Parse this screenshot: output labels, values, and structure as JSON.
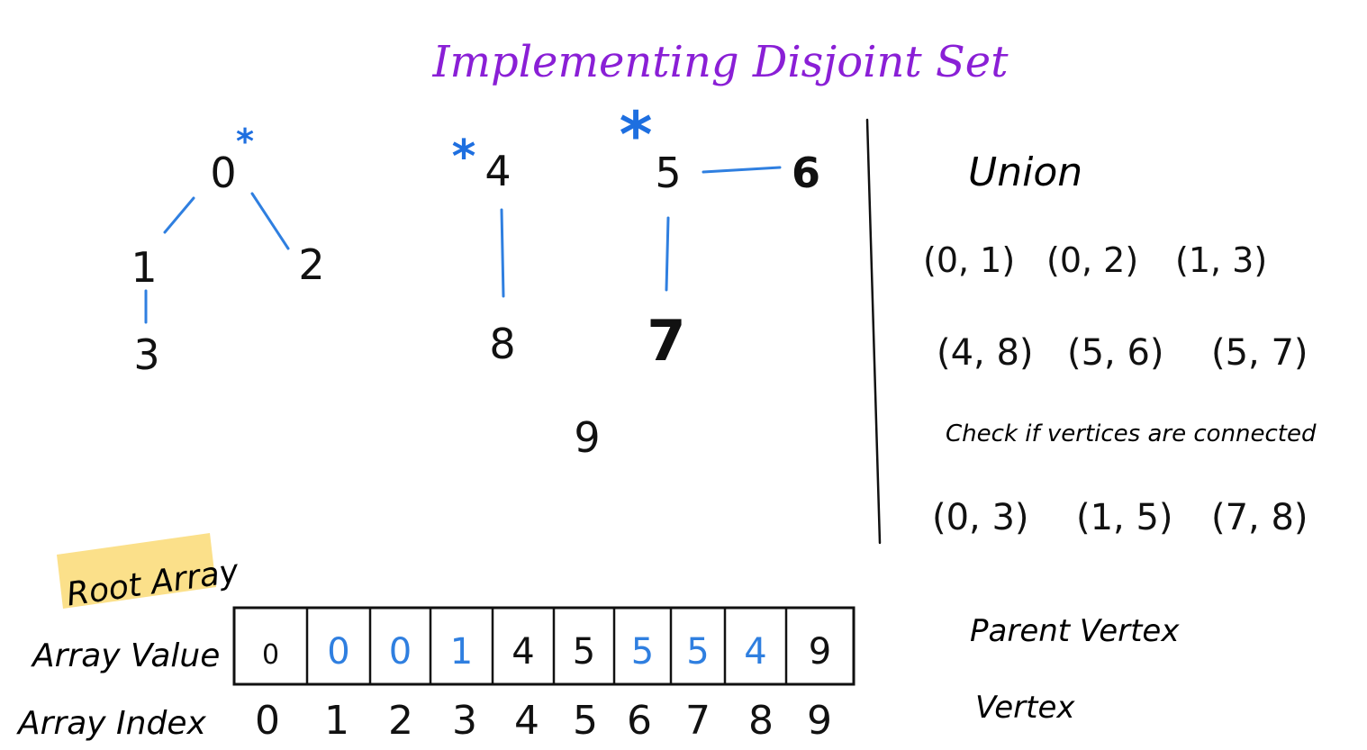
{
  "title": "Implementing Disjoint Set",
  "colors": {
    "title": "#8a1fd6",
    "edge": "#2f7fe0",
    "ink": "#111111",
    "highlight": "#fbe08a",
    "root_marker": "#1e6fe0"
  },
  "graph": {
    "nodes": [
      {
        "label": "0",
        "root": true
      },
      {
        "label": "1",
        "root": false
      },
      {
        "label": "2",
        "root": false
      },
      {
        "label": "3",
        "root": false
      },
      {
        "label": "4",
        "root": true
      },
      {
        "label": "5",
        "root": true
      },
      {
        "label": "6",
        "root": false
      },
      {
        "label": "7",
        "root": false
      },
      {
        "label": "8",
        "root": false
      },
      {
        "label": "9",
        "root": false
      }
    ],
    "edges": [
      [
        "0",
        "1"
      ],
      [
        "0",
        "2"
      ],
      [
        "1",
        "3"
      ],
      [
        "4",
        "8"
      ],
      [
        "5",
        "6"
      ],
      [
        "5",
        "7"
      ]
    ]
  },
  "union": {
    "heading": "Union",
    "row1": [
      "(0, 1)",
      "(0, 2)",
      "(1, 3)"
    ],
    "row2": [
      "(4, 8)",
      "(5, 6)",
      "(5, 7)"
    ]
  },
  "check": {
    "heading": "Check if vertices are connected",
    "pairs": [
      "(0, 3)",
      "(1, 5)",
      "(7, 8)"
    ]
  },
  "root_array": {
    "label": "Root Array",
    "value_label": "Array Value",
    "index_label": "Array Index",
    "values": [
      "0",
      "0",
      "0",
      "1",
      "4",
      "5",
      "5",
      "5",
      "4",
      "9"
    ],
    "value_highlighted": [
      false,
      true,
      true,
      true,
      false,
      false,
      true,
      true,
      true,
      false
    ],
    "indices": [
      "0",
      "1",
      "2",
      "3",
      "4",
      "5",
      "6",
      "7",
      "8",
      "9"
    ],
    "value_meaning": "Parent Vertex",
    "index_meaning": "Vertex"
  }
}
